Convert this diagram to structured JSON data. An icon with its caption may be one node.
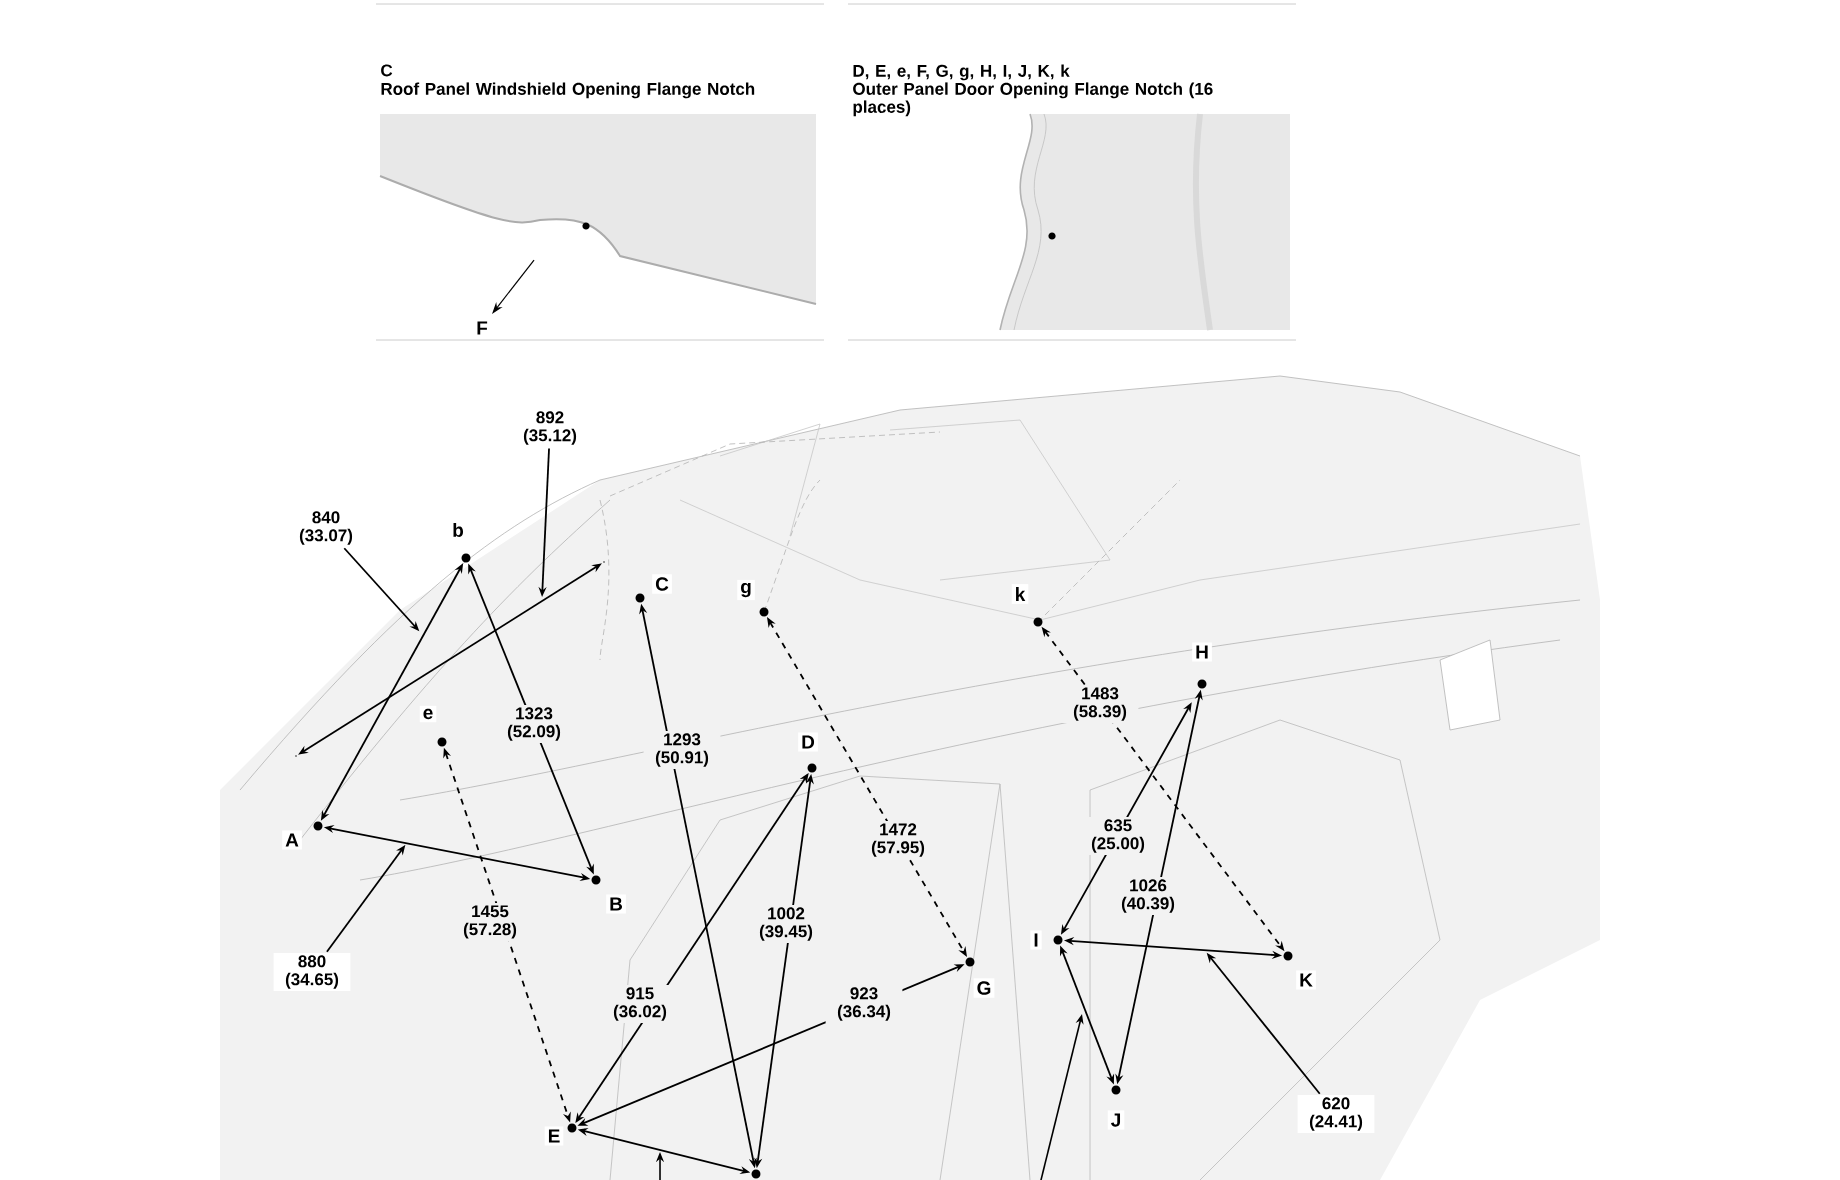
{
  "diagram": {
    "nodes": [
      {
        "text": [
          "C",
          "Roof Panel Windshield Opening Flange Notch"
        ]
      },
      {
        "text": [
          "D, E, e, F, G, g, H, I, J, K, k",
          "Outer Panel Door Opening Flange Notch (16 places)"
        ]
      },
      {
        "text": [
          "A"
        ]
      },
      {
        "text": [
          "b"
        ]
      },
      {
        "text": [
          "e"
        ]
      },
      {
        "text": [
          "C"
        ]
      },
      {
        "text": [
          "B"
        ]
      },
      {
        "text": [
          "g"
        ]
      },
      {
        "text": [
          "D"
        ]
      },
      {
        "text": [
          "k"
        ]
      },
      {
        "text": [
          "H"
        ]
      },
      {
        "text": [
          "I"
        ]
      },
      {
        "text": [
          "G"
        ]
      },
      {
        "text": [
          "K"
        ]
      },
      {
        "text": [
          "J"
        ]
      },
      {
        "text": [
          "E"
        ]
      },
      {
        "text": [],
        "shape": "circle"
      },
      {
        "text": [],
        "shape": "point"
      },
      {
        "text": [],
        "shape": "point"
      },
      {
        "text": [
          "840 (33.07)"
        ]
      },
      {
        "text": [
          "892 (35.12)"
        ]
      },
      {
        "text": [
          "880 (34.65)"
        ]
      },
      {
        "text": [
          "620 (24.41)"
        ]
      }
    ],
    "edges": [
      {
        "from": 2,
        "to": 3,
        "arrow": "both"
      },
      {
        "from": 17,
        "to": 18,
        "arrow": "both"
      },
      {
        "from": 3,
        "to": 6,
        "arrow": "both",
        "label": "1323 (52.09)"
      },
      {
        "from": 2,
        "to": 6,
        "arrow": "both"
      },
      {
        "from": 4,
        "to": 15,
        "arrow": "both",
        "label": "1455 (57.28)",
        "style": "dashed"
      },
      {
        "from": 5,
        "to": 16,
        "arrow": "both",
        "label": "1293 (50.91)"
      },
      {
        "from": 8,
        "to": 15,
        "arrow": "both",
        "label": "915 (36.02)"
      },
      {
        "from": 8,
        "to": 16,
        "arrow": "both",
        "label": "1002 (39.45)"
      },
      {
        "from": 15,
        "to": 12,
        "arrow": "both",
        "label": "923 (36.34)"
      },
      {
        "from": 15,
        "to": 16,
        "arrow": "both"
      },
      {
        "from": 7,
        "to": 12,
        "arrow": "both",
        "label": "1472 (57.95)",
        "style": "dashed"
      },
      {
        "from": 9,
        "to": 13,
        "arrow": "both",
        "label": "1483 (58.39)",
        "style": "dashed"
      },
      {
        "from": 10,
        "to": 11,
        "arrow": "both",
        "label": "635 (25.00)"
      },
      {
        "from": 10,
        "to": 14,
        "arrow": "both",
        "label": "1026 (40.39)"
      },
      {
        "from": 11,
        "to": 13,
        "arrow": "both"
      },
      {
        "from": 11,
        "to": 14,
        "arrow": "both"
      },
      {
        "from": 19,
        "to": null,
        "arrow": "to"
      },
      {
        "from": 20,
        "to": null,
        "arrow": "to"
      },
      {
        "from": 21,
        "to": null,
        "arrow": "to"
      },
      {
        "from": 22,
        "to": null,
        "arrow": "to"
      }
    ],
    "labels": [
      "F"
    ]
  }
}
